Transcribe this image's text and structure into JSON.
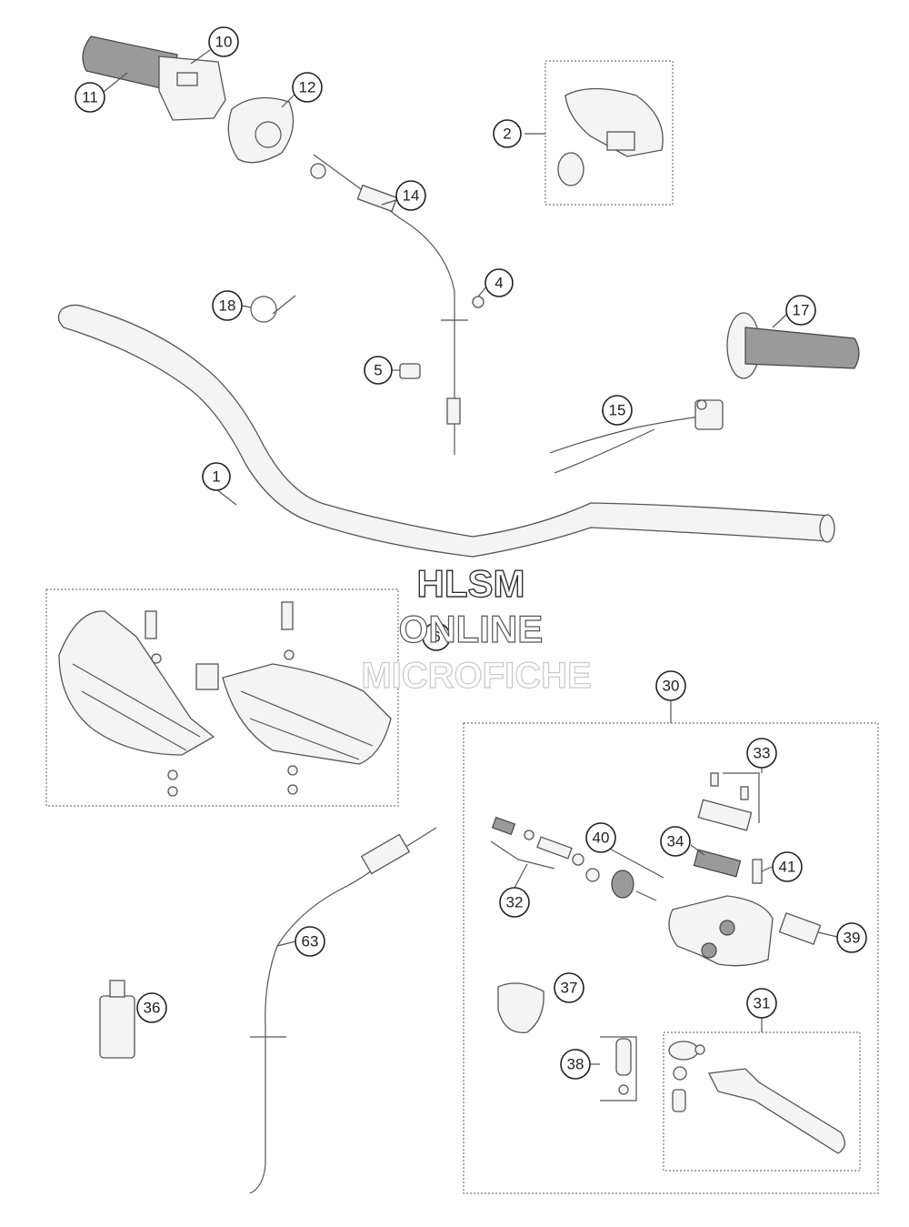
{
  "callouts": {
    "c1": "1",
    "c2": "2",
    "c4": "4",
    "c5": "5",
    "c6": "6",
    "c10": "10",
    "c11": "11",
    "c12": "12",
    "c14": "14",
    "c15": "15",
    "c17": "17",
    "c18": "18",
    "c30": "30",
    "c31": "31",
    "c32": "32",
    "c33": "33",
    "c34": "34",
    "c36": "36",
    "c37": "37",
    "c38": "38",
    "c39": "39",
    "c40": "40",
    "c41": "41",
    "c63": "63"
  },
  "watermark": {
    "line1": "HLSM",
    "line2": "ONLINE",
    "line3": "MICROFICHE"
  }
}
